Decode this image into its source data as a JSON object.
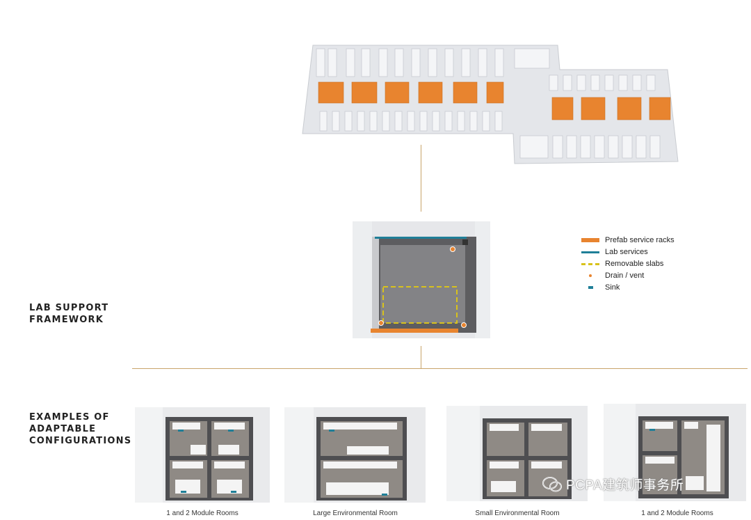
{
  "labels": {
    "lab_support": "LAB SUPPORT\nFRAMEWORK",
    "examples": "EXAMPLES OF\nADAPTABLE\nCONFIGURATIONS"
  },
  "legend": [
    {
      "icon": "prefab-rack",
      "label": "Prefab service racks"
    },
    {
      "icon": "lab-services-line",
      "label": "Lab services"
    },
    {
      "icon": "removable-slab-dash",
      "label": "Removable slabs"
    },
    {
      "icon": "drain-dot",
      "label": "Drain / vent"
    },
    {
      "icon": "sink-mark",
      "label": "Sink"
    }
  ],
  "examples": [
    {
      "caption": "1 and 2 Module Rooms"
    },
    {
      "caption": "Large Environmental Room"
    },
    {
      "caption": "Small Environmental Room"
    },
    {
      "caption": "1 and 2 Module Rooms"
    }
  ],
  "watermark": "PCPA建筑师事务所",
  "colors": {
    "rack": "#e8842f",
    "lab_services": "#1f7f98",
    "slab": "#d8c21c",
    "connector": "#c9a46a"
  }
}
